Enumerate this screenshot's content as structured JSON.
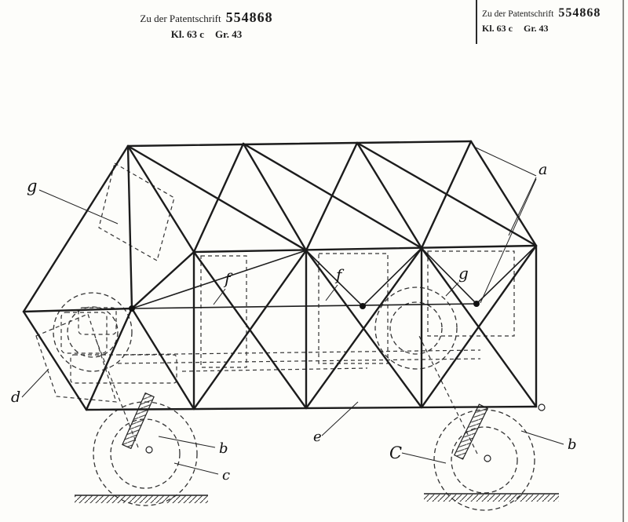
{
  "header_left": {
    "line1_label": "Zu der Patentschrift",
    "line1_number": "554868",
    "line2_kl": "Kl. 63 c",
    "line2_gr": "Gr. 43"
  },
  "header_right": {
    "line1_label": "Zu der Patentschrift",
    "line1_number": "554868",
    "line2_kl": "Kl. 63 c",
    "line2_gr": "Gr. 43"
  },
  "figure": {
    "labels": {
      "g_top": "g",
      "a": "a",
      "f_left": "f",
      "f_right": "f",
      "g_right": "g",
      "d": "d",
      "e": "e",
      "b_left": "b",
      "b_right": "b",
      "c_left": "c",
      "c_right": "C"
    }
  }
}
